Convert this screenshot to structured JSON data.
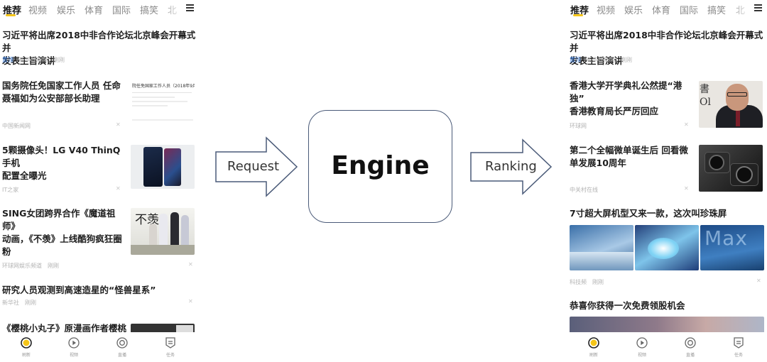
{
  "left_phone": {
    "tabs": [
      "推荐",
      "视频",
      "娱乐",
      "体育",
      "国际",
      "搞笑",
      "北"
    ],
    "items": [
      {
        "title_lines": [
          "习近平将出席2018中非合作论坛北京峰会开幕式并",
          "发表主旨演讲"
        ],
        "tag": "置顶",
        "source": "新华社新闻",
        "time": "刚刚"
      },
      {
        "title_lines": [
          "国务院任免国家工作人员 任命",
          "聂福如为公安部部长助理"
        ],
        "source": "中国新闻网",
        "thumb_caption": "院任免国家工作人员（2018年9月"
      },
      {
        "title_lines": [
          "5颗摄像头！LG V40 ThinQ手机",
          "配置全曝光"
        ],
        "source": "IT之家"
      },
      {
        "title_lines": [
          "SING女团跨界合作《魔道祖师》",
          "动画，《不羡》上线酷狗疯狂圈",
          "粉"
        ],
        "source": "环球网娱乐频道",
        "time": "刚刚",
        "thumb_art_text": "不羡"
      },
      {
        "title_lines": [
          "研究人员观测到高速造星的“怪兽星系”"
        ],
        "source": "新华社",
        "time": "刚刚"
      },
      {
        "title_lines": [
          "《樱桃小丸子》原漫画作者樱桃"
        ]
      }
    ],
    "nav": [
      "刷新",
      "视频",
      "直播",
      "任务"
    ]
  },
  "right_phone": {
    "tabs": [
      "推荐",
      "视频",
      "娱乐",
      "体育",
      "国际",
      "搞笑",
      "北"
    ],
    "items": [
      {
        "title_lines": [
          "习近平将出席2018中非合作论坛北京峰会开幕式并",
          "发表主旨演讲"
        ],
        "tag": "置顶",
        "source": "新华社新闻",
        "time": "刚刚"
      },
      {
        "title_lines": [
          "香港大学开学典礼公然提“港独”",
          "香港教育局长严厉回应"
        ],
        "source": "环球网",
        "thumb_art_text": "書 Ol"
      },
      {
        "title_lines": [
          "第二个全幅微单诞生后 回看微",
          "单发展10周年"
        ],
        "source": "中关村在线"
      },
      {
        "title_lines": [
          "7寸超大屏机型又来一款，这次叫珍珠屏"
        ],
        "source": "科技频",
        "time": "刚刚",
        "thumb_art_text": "Max"
      },
      {
        "title_lines": [
          "恭喜你获得一次免费领股机会"
        ]
      }
    ],
    "nav": [
      "刷新",
      "视频",
      "直播",
      "任务"
    ]
  },
  "diagram": {
    "request_label": "Request",
    "engine_label": "Engine",
    "ranking_label": "Ranking"
  },
  "colors": {
    "accent": "#f5c518",
    "tag": "#3b7ddd",
    "arrow_stroke": "#4a5a78"
  }
}
